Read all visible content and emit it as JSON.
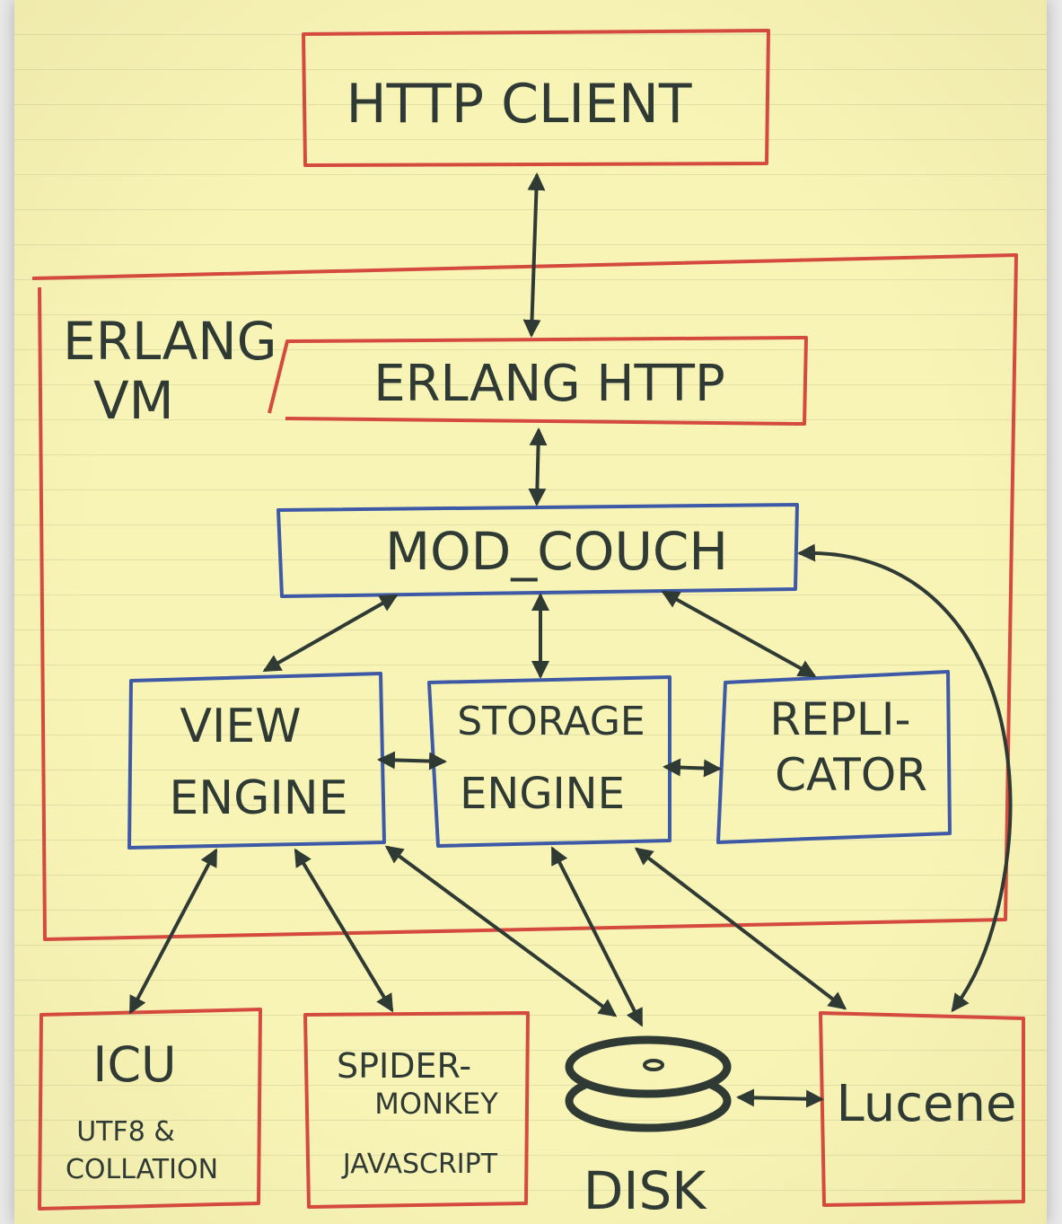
{
  "diagram": {
    "http_client": "HTTP CLIENT",
    "erlang_vm_line1": "ERLANG",
    "erlang_vm_line2": "VM",
    "erlang_http": "ERLANG HTTP",
    "mod_couch": "MOD_COUCH",
    "view_engine_line1": "VIEW",
    "view_engine_line2": "ENGINE",
    "storage_engine_line1": "STORAGE",
    "storage_engine_line2": "ENGINE",
    "replicator_line1": "REPLI-",
    "replicator_line2": "CATOR",
    "icu_title": "ICU",
    "icu_sub_line1": "UTF8 &",
    "icu_sub_line2": "COLLATION",
    "spidermonkey_line1": "SPIDER-",
    "spidermonkey_line2": "MONKEY",
    "spidermonkey_line3": "JAVASCRIPT",
    "disk": "DISK",
    "lucene": "Lucene"
  },
  "colors": {
    "paper": "#f8f4b6",
    "red_box": "#d54a3f",
    "blue_box": "#3e5aa6",
    "ink": "#2f3a35"
  }
}
